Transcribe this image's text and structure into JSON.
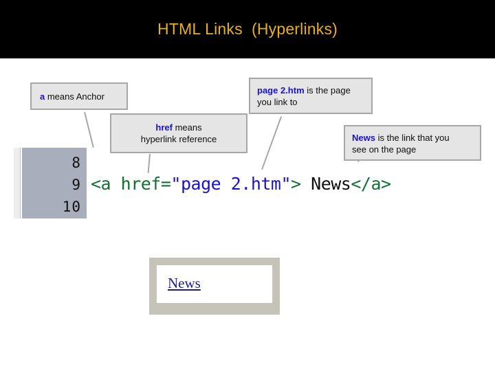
{
  "slide": {
    "title": "HTML Links  (Hyperlinks)",
    "title_color": "#E8B01E",
    "banner_color": "#000000",
    "background": "#ffffff"
  },
  "callouts": [
    {
      "id": "anchor",
      "keyword": "a",
      "text": " means Anchor",
      "keyword_color": "#1A11CC",
      "box_color": "#E5E5E5",
      "border_color": "#A6A6A6"
    },
    {
      "id": "href",
      "keyword": "href",
      "text": " means",
      "line2": "hyperlink reference",
      "keyword_color": "#1A11CC",
      "box_color": "#E5E5E5",
      "border_color": "#A6A6A6"
    },
    {
      "id": "page",
      "keyword": "page 2.htm",
      "text": " is the page",
      "line2": "you link to",
      "keyword_color": "#1A11CC",
      "box_color": "#E5E5E5",
      "border_color": "#A6A6A6"
    },
    {
      "id": "news",
      "keyword": "News",
      "text": " is the link that you",
      "line2": "see on the page",
      "keyword_color": "#1A11CC",
      "box_color": "#E5E5E5",
      "border_color": "#A6A6A6"
    }
  ],
  "editor": {
    "line_numbers": [
      "8",
      "9",
      "10"
    ],
    "gutter_color": "#A9AEBC",
    "code": {
      "open_tag": "<a ",
      "attribute": "href=",
      "value": "\"page 2.htm\"",
      "close_bracket": "> ",
      "link_text": "News",
      "close_tag": "</a>",
      "tag_color": "#117033",
      "value_color": "#1A11CC",
      "text_color": "#101010"
    }
  },
  "preview": {
    "link_label": "News",
    "link_color": "#1B1B8F",
    "frame_color": "#C6C3B8",
    "page_color": "#FFFFFF"
  }
}
